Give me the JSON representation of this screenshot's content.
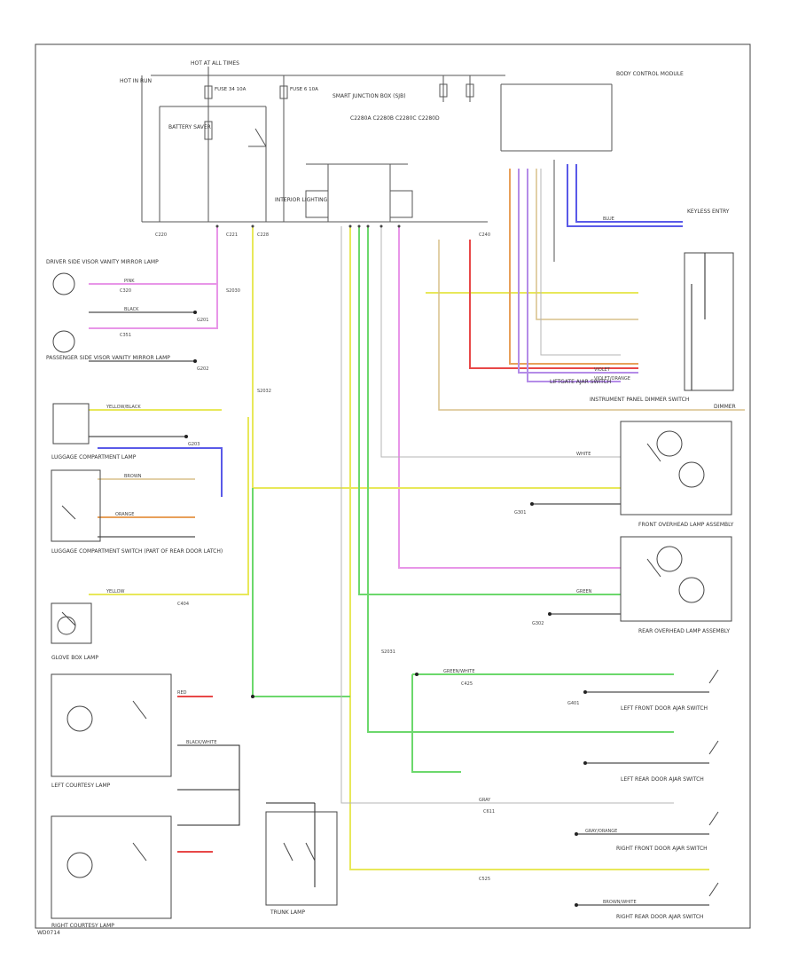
{
  "diagram": {
    "frame_label": "",
    "components": {
      "hot_at_all_times": "HOT AT ALL TIMES",
      "hot_in_run": "HOT IN RUN",
      "smart_junction_box": "SMART JUNCTION BOX (SJB)",
      "interior_lamp_fuse": "FUSE 34 10A",
      "courtesy_fuse": "FUSE 6 10A",
      "battery_saver": "BATTERY SAVER",
      "interior_lighting_relay": "INTERIOR LIGHTING",
      "body_control_module": "BODY CONTROL MODULE",
      "module_connectors": "C2280A C2280B C2280C C2280D",
      "keyless_pad": "KEYLESS ENTRY",
      "liftgate_ajar_switch": "LIFTGATE AJAR SWITCH",
      "driver_side_visor_mirror_lamp": "DRIVER SIDE VISOR VANITY MIRROR LAMP",
      "passenger_side_visor_mirror_lamp": "PASSENGER SIDE VISOR VANITY MIRROR LAMP",
      "luggage_compartment_lamp": "LUGGAGE COMPARTMENT LAMP",
      "luggage_compartment_switch": "LUGGAGE COMPARTMENT SWITCH (PART OF REAR DOOR LATCH)",
      "glove_box_lamp": "GLOVE BOX LAMP",
      "front_overhead_lamp": "FRONT OVERHEAD LAMP ASSEMBLY",
      "rear_overhead_lamp": "REAR OVERHEAD LAMP ASSEMBLY",
      "left_courtesy_lamp": "LEFT COURTESY LAMP",
      "right_courtesy_lamp": "RIGHT COURTESY LAMP",
      "door_ajar_left_front": "LEFT FRONT DOOR AJAR SWITCH",
      "door_ajar_left_rear": "LEFT REAR DOOR AJAR SWITCH",
      "door_ajar_right_front": "RIGHT FRONT DOOR AJAR SWITCH",
      "door_ajar_right_rear": "RIGHT REAR DOOR AJAR SWITCH",
      "trunk_lamp": "TRUNK LAMP",
      "instrument_panel_dimmer_switch": "INSTRUMENT PANEL DIMMER SWITCH",
      "dimmer_module": "DIMMER"
    },
    "wire_colors": {
      "pink": "#e896e8",
      "yellow": "#e8e85a",
      "green": "#6cd86c",
      "light_green": "#a8e88a",
      "blue": "#5a5ae8",
      "red": "#e84848",
      "orange": "#e8a05a",
      "violet": "#b48ce8",
      "tan": "#d8c08a",
      "grey": "#b4b4b4",
      "black": "#222222",
      "brown": "#a07850"
    },
    "wire_labels": {
      "pk": "PINK",
      "ye": "YELLOW",
      "gn": "GREEN",
      "bu": "BLUE",
      "rd": "RED",
      "og": "ORANGE",
      "vt": "VIOLET",
      "bk": "BLACK",
      "wh": "WHITE",
      "gy": "GRAY",
      "bn": "BROWN",
      "gn_wh": "GREEN/WHITE",
      "ye_bk": "YELLOW/BLACK",
      "bk_wh": "BLACK/WHITE",
      "vt_og": "VIOLET/ORANGE",
      "gy_og": "GRAY/ORANGE",
      "bn_wh": "BROWN/WHITE"
    },
    "ground_labels": {
      "g1": "G201",
      "g2": "G202",
      "g3": "G203",
      "g4": "G301",
      "g5": "G302",
      "g6": "G401"
    },
    "connector_labels": {
      "c1": "C220",
      "c2": "C221",
      "c3": "C228",
      "c4": "C240",
      "c5": "C320",
      "c6": "C351",
      "c7": "C404",
      "c8": "C425",
      "c9": "C525",
      "c10": "C611",
      "s1": "S2030",
      "s2": "S2031",
      "s3": "S2032"
    },
    "footer": "WD0714"
  }
}
